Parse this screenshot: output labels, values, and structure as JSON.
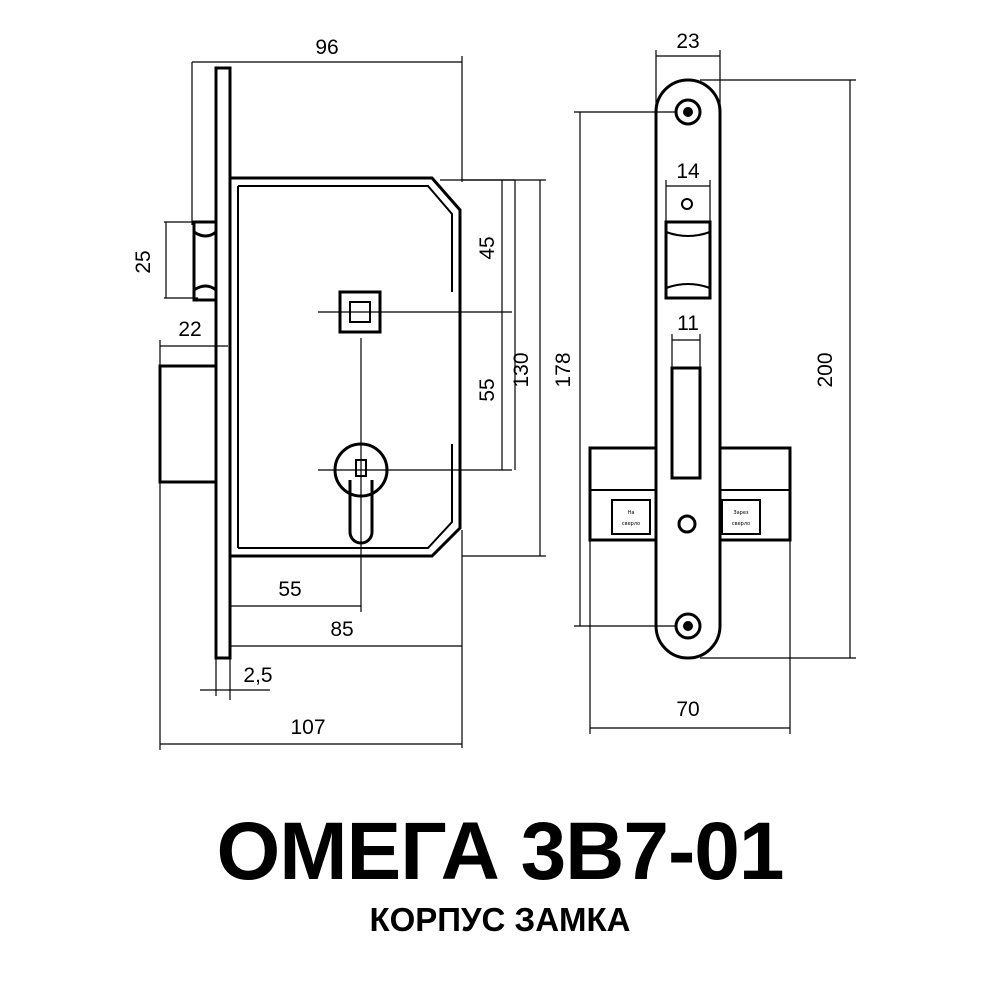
{
  "product": {
    "model": "ОМЕГА 3В7-01",
    "subtitle": "КОРПУС ЗАМКА"
  },
  "dimensions": {
    "overall_case_width": "96",
    "latch_height": "25",
    "bolt_projection": "22",
    "spindle_top_offset": "45",
    "center_distance": "55",
    "case_height_inner": "130",
    "case_height": "178",
    "backset_cylinder": "55",
    "case_depth": "85",
    "faceplate_thickness": "2,5",
    "overall_depth": "107",
    "faceplate_width": "23",
    "latch_width": "14",
    "bolt_width": "11",
    "faceplate_height": "200",
    "strike_width": "70"
  },
  "strike_labels": {
    "left_line1": "На",
    "left_line2": "сверло",
    "right_line1": "Зарез",
    "right_line2": "сверло"
  }
}
